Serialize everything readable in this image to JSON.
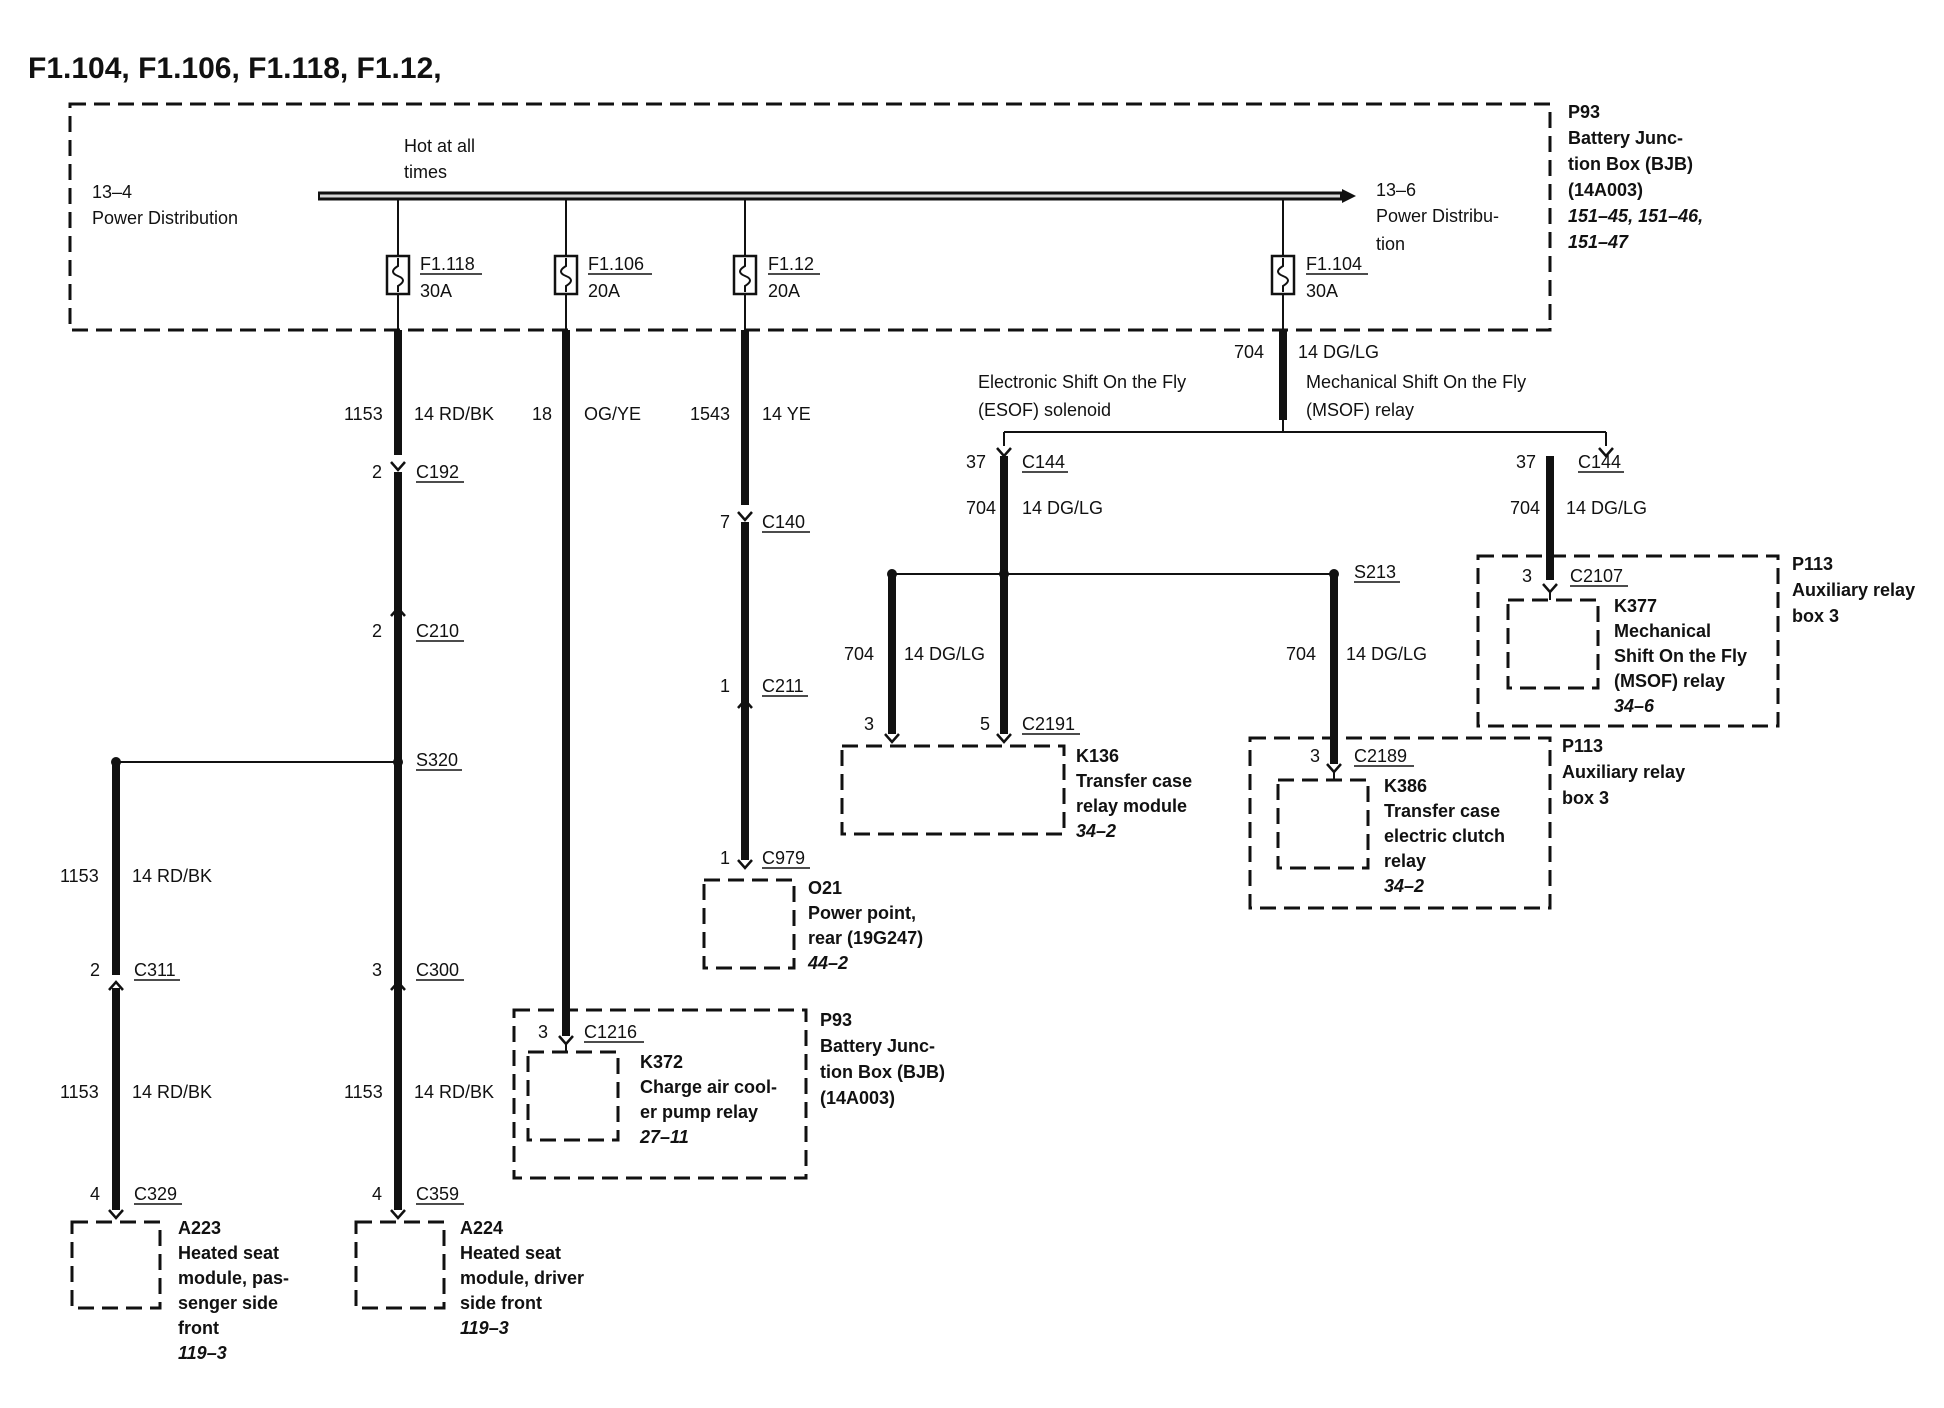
{
  "title": "F1.104, F1.106, F1.118, F1.12,",
  "bjb": {
    "id": "P93",
    "name_lines": [
      "Battery Junc-",
      "tion Box (BJB)",
      "(14A003)"
    ],
    "refs_lines": [
      "151–45, 151–46,",
      "151–47"
    ],
    "hot_lines": [
      "Hot at all",
      "times"
    ],
    "left_ref": "13–4",
    "left_label": "Power Distribution",
    "right_ref": "13–6",
    "right_lines": [
      "Power Distribu-",
      "tion"
    ]
  },
  "fuses": [
    {
      "name": "F1.118",
      "rating": "30A"
    },
    {
      "name": "F1.106",
      "rating": "20A"
    },
    {
      "name": "F1.12",
      "rating": "20A"
    },
    {
      "name": "F1.104",
      "rating": "30A"
    }
  ],
  "wires": {
    "w1153_top": {
      "circuit": "1153",
      "color": "14 RD/BK"
    },
    "w18": {
      "circuit": "18",
      "color": "OG/YE"
    },
    "w1543": {
      "circuit": "1543",
      "color": "14 YE"
    },
    "w704_top": {
      "circuit": "704",
      "color": "14 DG/LG"
    },
    "w704_esof": {
      "circuit": "704",
      "color": "14 DG/LG"
    },
    "w704_msof": {
      "circuit": "704",
      "color": "14 DG/LG"
    },
    "w704_k136": {
      "circuit": "704",
      "color": "14 DG/LG"
    },
    "w704_k386": {
      "circuit": "704",
      "color": "14 DG/LG"
    },
    "w1153_a223_top": {
      "circuit": "1153",
      "color": "14 RD/BK"
    },
    "w1153_a223_bot": {
      "circuit": "1153",
      "color": "14 RD/BK"
    },
    "w1153_a224_bot": {
      "circuit": "1153",
      "color": "14 RD/BK"
    }
  },
  "options": {
    "esof_lines": [
      "Electronic Shift On the Fly",
      "(ESOF) solenoid"
    ],
    "msof_lines": [
      "Mechanical Shift On the Fly",
      "(MSOF) relay"
    ]
  },
  "connectors": {
    "c192": {
      "pin": "2",
      "name": "C192"
    },
    "c210": {
      "pin": "2",
      "name": "C210"
    },
    "s320": {
      "name": "S320"
    },
    "c311": {
      "pin": "2",
      "name": "C311"
    },
    "c329": {
      "pin": "4",
      "name": "C329"
    },
    "c300": {
      "pin": "3",
      "name": "C300"
    },
    "c359": {
      "pin": "4",
      "name": "C359"
    },
    "c1216": {
      "pin": "3",
      "name": "C1216"
    },
    "c140": {
      "pin": "7",
      "name": "C140"
    },
    "c211": {
      "pin": "1",
      "name": "C211"
    },
    "c979": {
      "pin": "1",
      "name": "C979"
    },
    "c144_left": {
      "pin": "37",
      "name": "C144"
    },
    "c144_right": {
      "pin": "37",
      "name": "C144"
    },
    "s213": {
      "name": "S213"
    },
    "c2191": {
      "pin_a": "3",
      "pin_b": "5",
      "name": "C2191"
    },
    "c2189": {
      "pin": "3",
      "name": "C2189"
    },
    "c2107": {
      "pin": "3",
      "name": "C2107"
    }
  },
  "components": {
    "a223": {
      "id": "A223",
      "lines": [
        "Heated seat",
        "module, pas-",
        "senger side",
        "front"
      ],
      "ref": "119–3"
    },
    "a224": {
      "id": "A224",
      "lines": [
        "Heated seat",
        "module, driver",
        "side front"
      ],
      "ref": "119–3"
    },
    "k372": {
      "id": "K372",
      "lines": [
        "Charge air cool-",
        "er pump relay"
      ],
      "ref": "27–11"
    },
    "p93_bottom": {
      "id": "P93",
      "lines": [
        "Battery Junc-",
        "tion Box (BJB)",
        "(14A003)"
      ]
    },
    "o21": {
      "id": "O21",
      "lines": [
        "Power point,",
        "rear (19G247)"
      ],
      "ref": "44–2"
    },
    "k136": {
      "id": "K136",
      "lines": [
        "Transfer case",
        "relay module"
      ],
      "ref": "34–2"
    },
    "k386": {
      "id": "K386",
      "lines": [
        "Transfer case",
        "electric clutch",
        "relay"
      ],
      "ref": "34–2"
    },
    "p113_k386": {
      "id": "P113",
      "lines": [
        "Auxiliary relay",
        "box 3"
      ]
    },
    "k377": {
      "id": "K377",
      "lines": [
        "Mechanical",
        "Shift On the Fly",
        "(MSOF) relay"
      ],
      "ref": "34–6"
    },
    "p113_k377": {
      "id": "P113",
      "lines": [
        "Auxiliary relay",
        "box 3"
      ]
    }
  }
}
